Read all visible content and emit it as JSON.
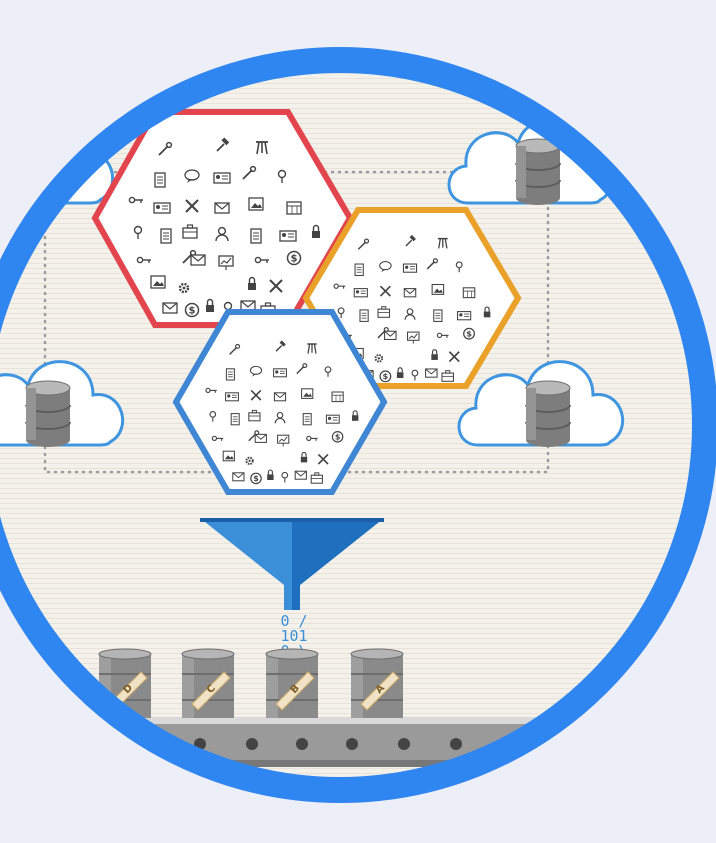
{
  "illustration": {
    "colors": {
      "page_background": "#eceef8",
      "ring": "#2f86f0",
      "paper": "#f4f1ea",
      "paper_stripe": "#e7e3da",
      "hex_red": "#e2454d",
      "hex_orange": "#e9a12a",
      "hex_blue": "#3f86d4",
      "cloud_stroke": "#3f95df",
      "funnel_dark": "#1f6fbf",
      "funnel_light": "#3a8fd8",
      "barrel": "#8a8a8a",
      "conveyor": "#8d8d8d"
    },
    "binary_stream": [
      "0 /",
      "101",
      "0 \\"
    ],
    "barrels": [
      {
        "label": "D"
      },
      {
        "label": "C"
      },
      {
        "label": "B"
      },
      {
        "label": "A"
      }
    ]
  }
}
